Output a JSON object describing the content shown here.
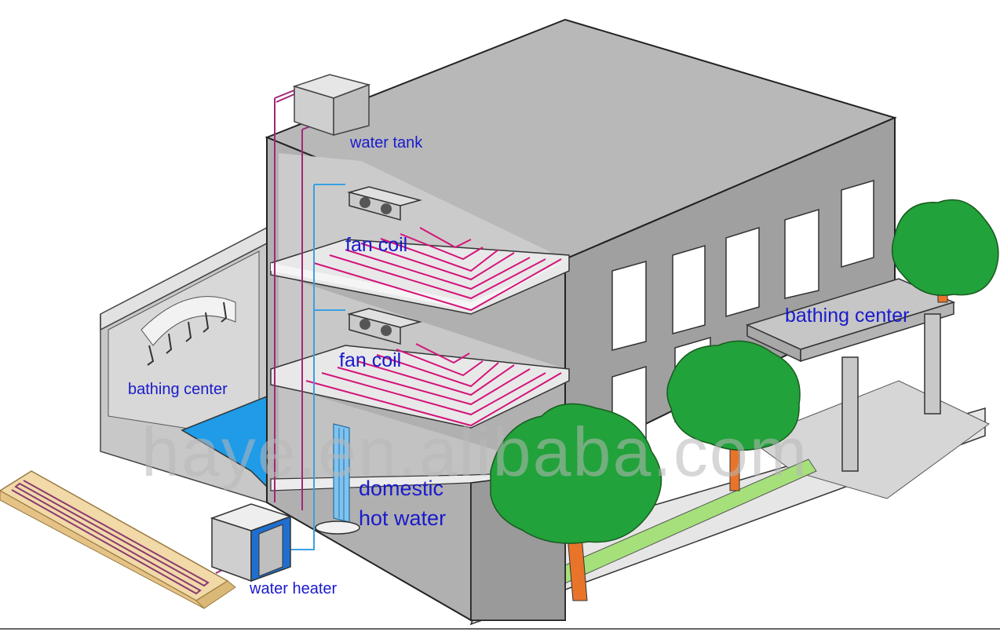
{
  "labels": {
    "water_tank": "water tank",
    "fan_coil_upper": "fan coil",
    "fan_coil_lower": "fan coil",
    "bathing_center_left": "bathing center",
    "bathing_center_right": "bathing center",
    "domestic_hot_water_line1": "domestic",
    "domestic_hot_water_line2": "hot water",
    "water_heater": "water heater"
  },
  "watermark": "haye.en.alibaba.com",
  "colors": {
    "label_text": "#1a1acc",
    "watermark": "#b8b8b8",
    "building_wall": "#a9a9a9",
    "floor_slab": "#dcdcdc",
    "floor_heating_pipe": "#d4147a",
    "supply_pipe": "#3aa0e0",
    "return_pipe": "#a0287a",
    "pool_water": "#1f9be8",
    "tree_canopy": "#21a23a",
    "tree_trunk": "#e8742a",
    "lawn_strip": "#a6e07a",
    "ground_collector": "#e9c98a"
  }
}
